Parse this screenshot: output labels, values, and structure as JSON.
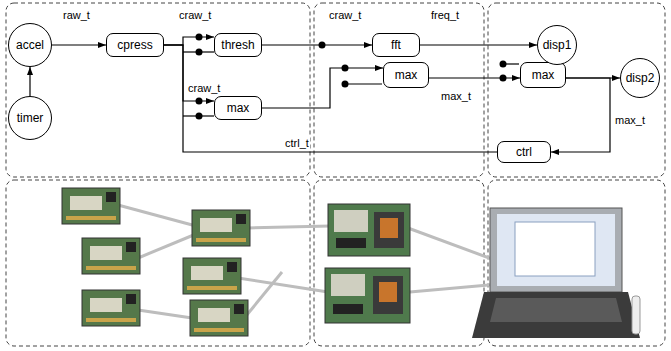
{
  "diagram": {
    "nodes": [
      {
        "text": [
          "accel"
        ]
      },
      {
        "text": [
          "timer"
        ]
      },
      {
        "text": [
          "cpress"
        ]
      },
      {
        "text": [
          "thresh"
        ]
      },
      {
        "text": [
          "max"
        ]
      },
      {
        "text": [
          "fft"
        ]
      },
      {
        "text": [
          "max"
        ]
      },
      {
        "text": [
          "max"
        ]
      },
      {
        "text": [
          "disp1"
        ]
      },
      {
        "text": [
          "disp2"
        ]
      },
      {
        "text": [
          "ctrl"
        ]
      }
    ],
    "edges": [
      {
        "from": 1,
        "to": 0,
        "arrow": "to"
      },
      {
        "from": 0,
        "to": 2,
        "label": "raw_t",
        "arrow": "to"
      },
      {
        "from": 2,
        "to": 3,
        "label": "craw_t",
        "arrow": "to"
      },
      {
        "from": 2,
        "to": 4,
        "label": "craw_t",
        "arrow": "to"
      },
      {
        "from": 3,
        "to": 5,
        "label": "craw_t",
        "arrow": "to"
      },
      {
        "from": 5,
        "to": 8,
        "label": "freq_t",
        "arrow": "to"
      },
      {
        "from": 4,
        "to": 6,
        "arrow": "to"
      },
      {
        "from": 6,
        "to": 7,
        "label": "max_t",
        "arrow": "to"
      },
      {
        "from": 7,
        "to": 9,
        "arrow": "to"
      },
      {
        "from": 7,
        "to": 10,
        "label": "max_t",
        "arrow": "to"
      },
      {
        "from": 10,
        "to": 2,
        "label": "ctrl_t",
        "arrow": "none"
      }
    ]
  }
}
